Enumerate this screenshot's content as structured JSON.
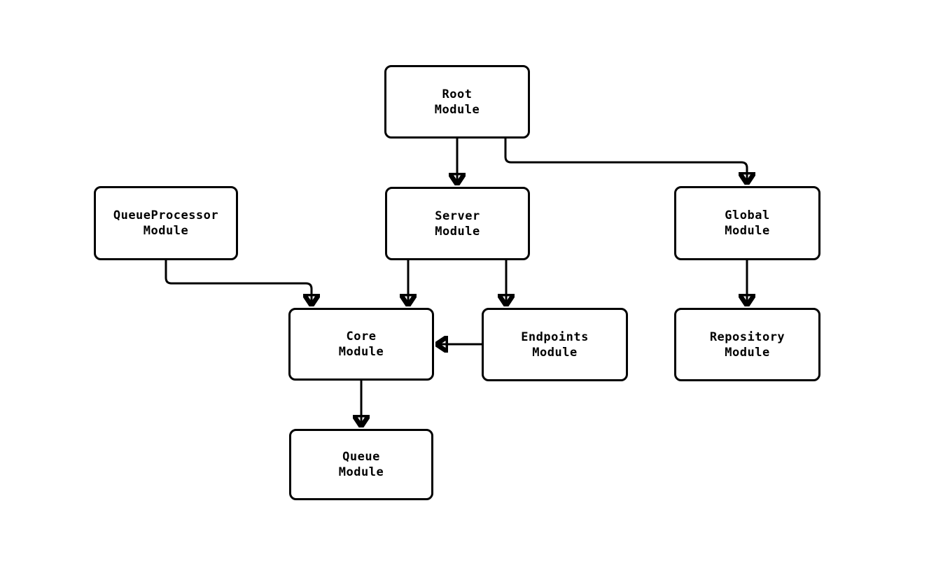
{
  "diagram": {
    "type": "module-dependency-graph",
    "colors": {
      "background": "#ffffff",
      "line": "#000000",
      "node_fill": "#ffffff",
      "node_border": "#000000",
      "text": "#000000"
    },
    "nodes": {
      "root": {
        "line1": "Root",
        "line2": "Module"
      },
      "queue_processor": {
        "line1": "QueueProcessor",
        "line2": "Module"
      },
      "server": {
        "line1": "Server",
        "line2": "Module"
      },
      "global": {
        "line1": "Global",
        "line2": "Module"
      },
      "core": {
        "line1": "Core",
        "line2": "Module"
      },
      "endpoints": {
        "line1": "Endpoints",
        "line2": "Module"
      },
      "repository": {
        "line1": "Repository",
        "line2": "Module"
      },
      "queue": {
        "line1": "Queue",
        "line2": "Module"
      }
    },
    "edges": [
      {
        "from": "Root Module",
        "to": "Server Module"
      },
      {
        "from": "Root Module",
        "to": "Global Module"
      },
      {
        "from": "QueueProcessor Module",
        "to": "Core Module"
      },
      {
        "from": "Server Module",
        "to": "Core Module"
      },
      {
        "from": "Server Module",
        "to": "Endpoints Module"
      },
      {
        "from": "Endpoints Module",
        "to": "Core Module"
      },
      {
        "from": "Global Module",
        "to": "Repository Module"
      },
      {
        "from": "Core Module",
        "to": "Queue Module"
      }
    ]
  }
}
